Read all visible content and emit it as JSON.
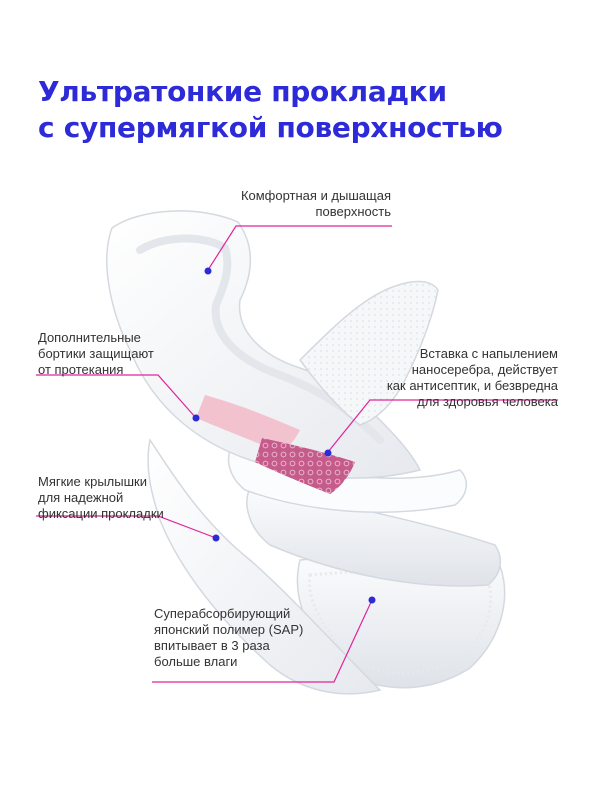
{
  "headline": {
    "line1": "Ультратонкие прокладки",
    "line2": "с супермягкой поверхностью"
  },
  "callouts": {
    "surface": [
      "Комфортная и дышащая",
      "поверхность"
    ],
    "sides": [
      "Дополнительные",
      "бортики защищают",
      "от протекания"
    ],
    "silver": [
      "Вставка с напылением",
      "наносеребра, действует",
      "как антисептик, и безвредна",
      "для здоровья человека"
    ],
    "wings": [
      "Мягкие крылышки",
      "для надежной",
      "фиксации прокладки"
    ],
    "sap": [
      "Суперабсорбирующий",
      "японский полимер (SAP)",
      "впитывает в 3 раза",
      "больше влаги"
    ]
  },
  "colors": {
    "title": "#2d2ad8",
    "leader_line": "#e0249a",
    "dot": "#2d2ad8",
    "insert": "#f2bccb"
  },
  "icons": [
    "callout-dot-icon"
  ]
}
